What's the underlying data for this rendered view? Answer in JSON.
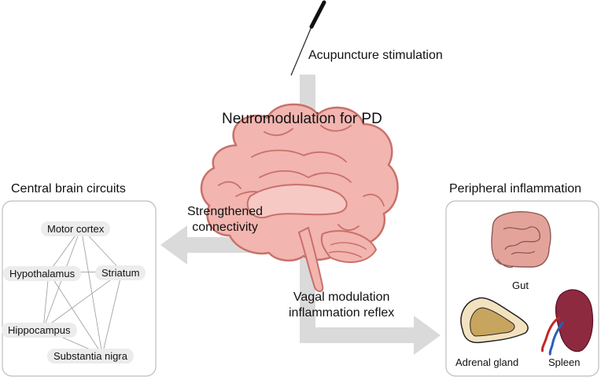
{
  "acupuncture_label": "Acupuncture stimulation",
  "main_title": "Neuromodulation for PD",
  "central_panel": {
    "title": "Central brain circuits",
    "nodes": [
      "Motor cortex",
      "Hypothalamus",
      "Striatum",
      "Hippocampus",
      "Substantia nigra"
    ]
  },
  "peripheral_panel": {
    "title": "Peripheral inflammation",
    "organs": [
      "Gut",
      "Adrenal gland",
      "Spleen"
    ]
  },
  "arrow_left_label": {
    "line1": "Strengthened",
    "line2": "connectivity"
  },
  "arrow_right_label": {
    "line1": "Vagal modulation",
    "line2": "inflammation reflex"
  },
  "colors": {
    "brain_fill": "#f2b5b0",
    "brain_stroke": "#c9706a",
    "arrow_gray": "#d9d9d9",
    "panel_border": "#bdbdbd",
    "node_bg": "#ececec",
    "spleen": "#8e2a40",
    "adrenal": "#c8a55e",
    "gut": "#e3a39b"
  }
}
